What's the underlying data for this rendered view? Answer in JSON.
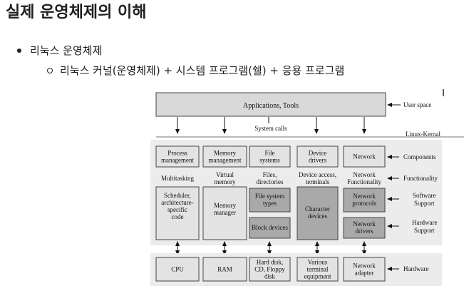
{
  "heading": "실제 운영체제의 이해",
  "list": {
    "item1": "리눅스 운영체제",
    "item1_sub1": "리눅스 커널(운영체제) + 시스템 프로그램(쉘) + 응용 프로그램"
  },
  "diagram": {
    "applications_box": "Applications, Tools",
    "system_calls": "System calls",
    "right_labels": {
      "user_space": "User space",
      "linux_kernel": "Linux-Kernal",
      "components": "Components",
      "functionality": "Functionality",
      "software_support_1": "Software",
      "software_support_2": "Support",
      "hardware_support_1": "Hardware",
      "hardware_support_2": "Support",
      "hardware": "Hardware"
    },
    "components": [
      [
        "Process",
        "management"
      ],
      [
        "Memory",
        "management"
      ],
      [
        "File",
        "systems"
      ],
      [
        "Device",
        "drivers"
      ],
      [
        "Network"
      ]
    ],
    "functionality": [
      [
        "Multitasking"
      ],
      [
        "Virtual",
        "memory"
      ],
      [
        "Files,",
        "directories"
      ],
      [
        "Device access,",
        "terminals"
      ],
      [
        "Network",
        "Functionality"
      ]
    ],
    "software": {
      "scheduler": [
        "Scheduler,",
        "architecture-",
        "specific",
        "code"
      ],
      "memory_manager": [
        "Memory",
        "manager"
      ],
      "file_system_types": [
        "File system",
        "types"
      ],
      "block_devices": [
        "Block devices"
      ],
      "character_devices": [
        "Character",
        "devices"
      ],
      "network_protocols": [
        "Network",
        "protocols"
      ],
      "network_drivers": [
        "Network",
        "drivers"
      ]
    },
    "hardware_boxes": [
      [
        "CPU"
      ],
      [
        "RAM"
      ],
      [
        "Hard disk,",
        "CD, Floppy",
        "disk"
      ],
      [
        "Various",
        "terminal",
        "equipment"
      ],
      [
        "Network",
        "adapter"
      ]
    ]
  }
}
